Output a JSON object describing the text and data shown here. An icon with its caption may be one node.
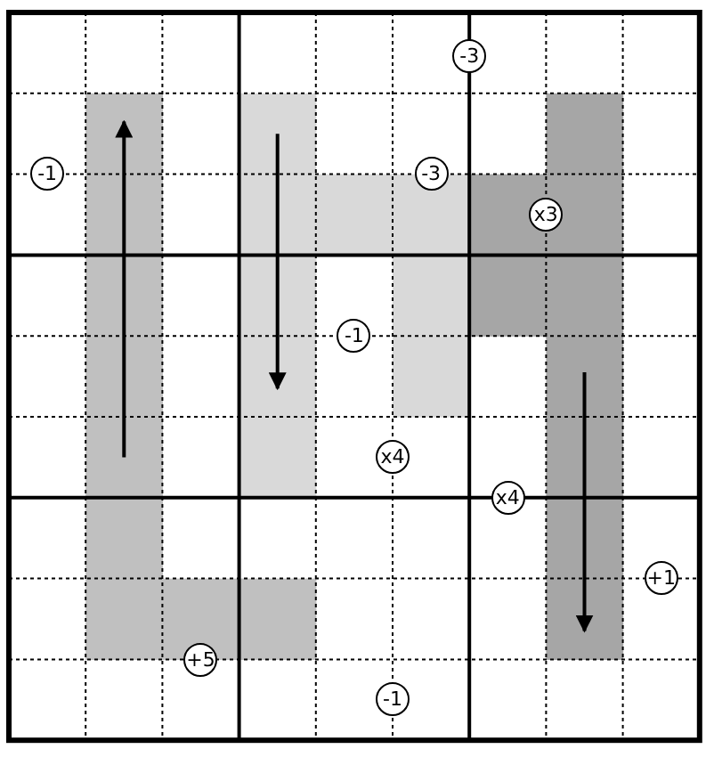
{
  "diagram": {
    "nodes": [
      {
        "text": [
          "-3"
        ]
      },
      {
        "text": [
          "-1"
        ]
      },
      {
        "text": [
          "-3"
        ]
      },
      {
        "text": [
          "x3"
        ]
      },
      {
        "text": [
          "-1"
        ]
      },
      {
        "text": [
          "x4"
        ]
      },
      {
        "text": [
          "x4"
        ]
      },
      {
        "text": [
          "+1"
        ]
      },
      {
        "text": [
          "+5"
        ]
      },
      {
        "text": [
          "-1"
        ]
      }
    ]
  }
}
